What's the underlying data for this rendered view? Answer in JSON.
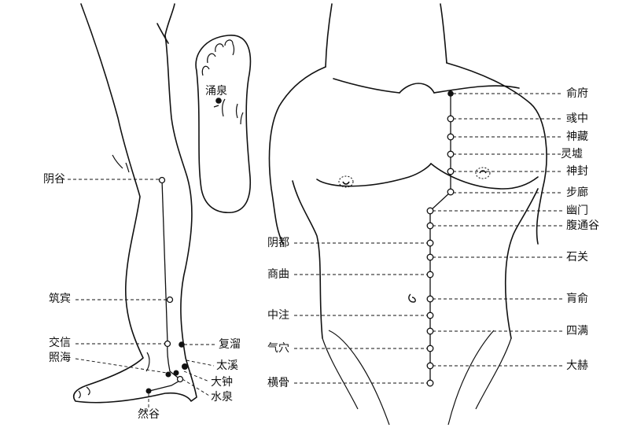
{
  "labels": {
    "yongquan": "涌泉",
    "yingu": "阴谷",
    "zhubin": "筑宾",
    "jiaoxin": "交信",
    "zhaohai": "照海",
    "rangu": "然谷",
    "fuliu": "复溜",
    "taixi": "太溪",
    "dazhong": "大钟",
    "shuiquan": "水泉",
    "shufu": "俞府",
    "yuzhong": "彧中",
    "shencang": "神藏",
    "lingxu": "灵墟",
    "shenfeng": "神封",
    "bulang": "步廊",
    "youmen": "幽门",
    "futonggu": "腹通谷",
    "shiguan": "石关",
    "huangshu": "肓俞",
    "siman": "四满",
    "dahe": "大赫",
    "yindu": "阴都",
    "shangqu": "商曲",
    "zhongzhu": "中注",
    "qixue": "气穴",
    "henggu": "横骨"
  }
}
